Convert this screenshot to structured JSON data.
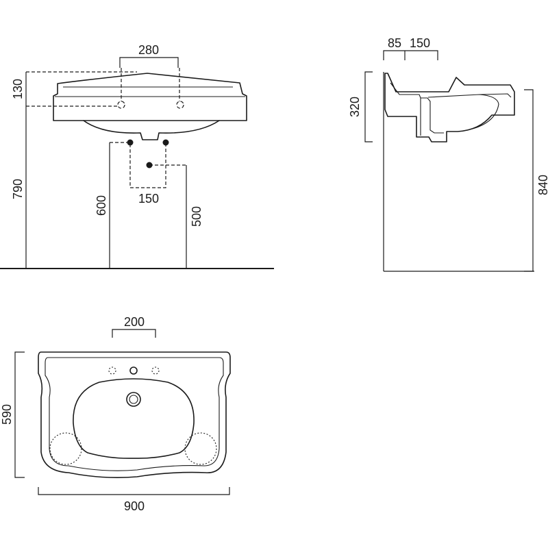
{
  "colors": {
    "ink": "#1a1a1a",
    "background": "#ffffff"
  },
  "front_view": {
    "dim_tap_spacing": "280",
    "dim_basin_height": "130",
    "dim_rim_height": "790",
    "dim_waste_height": "600",
    "dim_supply_spacing": "150",
    "dim_supply_height": "500"
  },
  "side_view": {
    "dim_wall_offset": "85",
    "dim_tap_offset": "150",
    "dim_basin_depth": "320",
    "dim_total_height": "840"
  },
  "plan_view": {
    "dim_tap_centres": "200",
    "dim_depth": "590",
    "dim_width": "900"
  }
}
